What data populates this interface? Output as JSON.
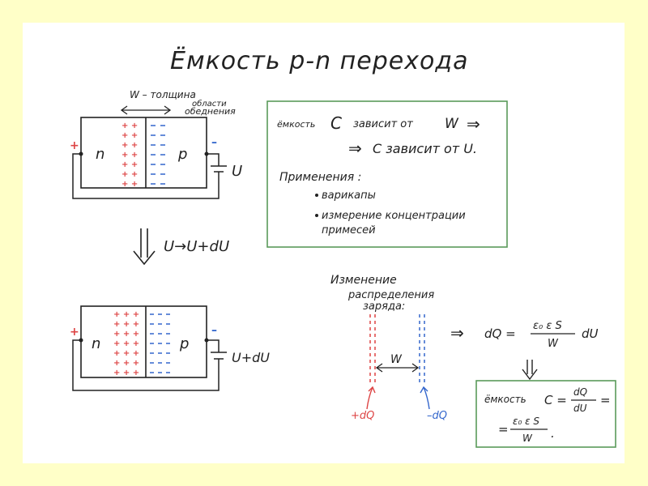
{
  "title": "Ёмкость p-n перехода",
  "diagram1": {
    "width_label": "W – толщина",
    "region_label_line1": "области",
    "region_label_line2": "обеднения",
    "n_label": "n",
    "p_label": "p",
    "plus_terminal": "+",
    "minus_terminal": "–",
    "voltage_label": "U"
  },
  "transition": {
    "arrow_symbol": "⇓",
    "label": "U→U+dU"
  },
  "diagram2": {
    "n_label": "n",
    "p_label": "p",
    "plus_terminal": "+",
    "minus_terminal": "–",
    "voltage_label": "U+dU"
  },
  "info_box": {
    "line1_prefix": "ёмкость",
    "line1_c": "C",
    "line1_middle": "зависит от",
    "line1_w": "W",
    "line1_arrow": "⇒",
    "line2_arrow": "⇒",
    "line2_text": "C зависит от U.",
    "applications_title": "Применения :",
    "applications": [
      "варикапы",
      "измерение концентрации",
      "примесей"
    ]
  },
  "charge_change": {
    "title_line1": "Изменение",
    "title_line2": "распределения",
    "title_line3": "заряда:",
    "width_label": "W",
    "plus_dq": "+dQ",
    "minus_dq": "–dQ"
  },
  "formula": {
    "implies": "⇒",
    "lhs": "dQ =",
    "numerator": "ε₀ ε S",
    "denominator": "W",
    "rhs": "dU",
    "down_arrow": "⇓"
  },
  "capacitance_box": {
    "label": "ёмкость",
    "c_eq": "C =",
    "numerator": "dQ",
    "denominator": "dU",
    "equals": "=",
    "eq2": "=",
    "numerator2": "ε₀ ε S",
    "denominator2": "W",
    "period": "."
  },
  "colors": {
    "background": "#ffffc8",
    "page": "#ffffff",
    "box_border": "#5a9a5a",
    "positive_charge": "#d44444",
    "negative_charge": "#3366cc",
    "ink": "#222222"
  }
}
